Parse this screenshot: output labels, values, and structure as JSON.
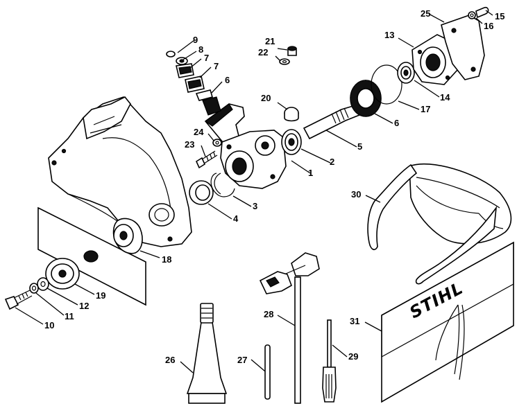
{
  "callouts": {
    "c1": "1",
    "c2": "2",
    "c3": "3",
    "c4": "4",
    "c5": "5",
    "c6a": "6",
    "c6b": "6",
    "c7a": "7",
    "c7b": "7",
    "c8": "8",
    "c9": "9",
    "c10": "10",
    "c11": "11",
    "c12": "12",
    "c13": "13",
    "c14": "14",
    "c15": "15",
    "c16": "16",
    "c17": "17",
    "c18": "18",
    "c19": "19",
    "c20": "20",
    "c21": "21",
    "c22": "22",
    "c23": "23",
    "c24": "24",
    "c25": "25",
    "c26": "26",
    "c27": "27",
    "c28": "28",
    "c29": "29",
    "c30": "30",
    "c31": "31"
  },
  "logo_text": "STIHL"
}
